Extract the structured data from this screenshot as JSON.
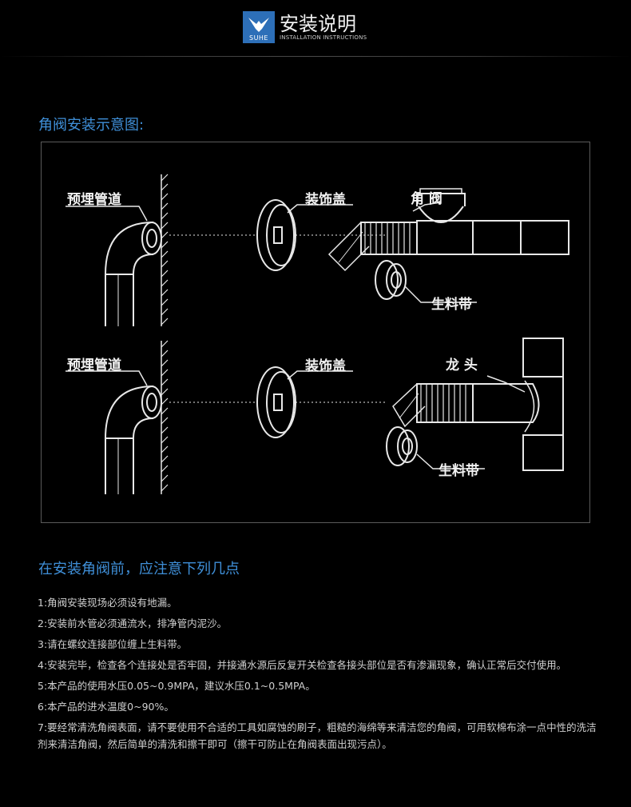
{
  "header": {
    "logo_text": "SUHE",
    "title": "安装说明",
    "subtitle": "INSTALLATION INSTRUCTIONS"
  },
  "diagram": {
    "section_title": "角阀安装示意图:",
    "row1": {
      "pipe_label": "预埋管道",
      "cover_label": "装饰盖",
      "valve_label": "角 阀",
      "tape_label": "生料带"
    },
    "row2": {
      "pipe_label": "预埋管道",
      "cover_label": "装饰盖",
      "faucet_label": "龙 头",
      "tape_label": "生料带"
    }
  },
  "notes": {
    "section_title": "在安装角阀前，应注意下列几点",
    "items": [
      "1:角阀安装现场必须设有地漏。",
      "2:安装前水管必须通流水，排净管内泥沙。",
      "3:请在螺纹连接部位缠上生料带。",
      "4:安装完毕，检查各个连接处是否牢固，并接通水源后反复开关检查各接头部位是否有渗漏现象，确认正常后交付使用。",
      "5:本产品的使用水压0.05~0.9MPA，建议水压0.1~0.5MPA。",
      "6:本产品的进水温度0~90%。",
      "7:要经常清洗角阀表面，请不要使用不合适的工具如腐蚀的刷子，粗糙的海绵等来清洁您的角阀，可用软棉布涂一点中性的洗洁剂来清洁角阀，然后简单的清洗和擦干即可（擦干可防止在角阀表面出现污点）。"
    ]
  }
}
